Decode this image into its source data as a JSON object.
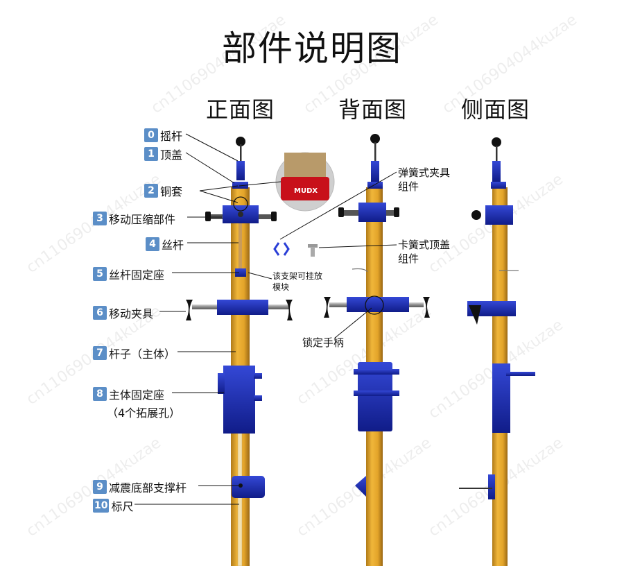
{
  "title": "部件说明图",
  "views": {
    "front": "正面图",
    "back": "背面图",
    "side": "侧面图"
  },
  "parts": [
    {
      "num": "0",
      "name": "摇杆"
    },
    {
      "num": "1",
      "name": "顶盖"
    },
    {
      "num": "2",
      "name": "铜套"
    },
    {
      "num": "3",
      "name": "移动压缩部件"
    },
    {
      "num": "4",
      "name": "丝杆"
    },
    {
      "num": "5",
      "name": "丝杆固定座"
    },
    {
      "num": "6",
      "name": "移动夹具"
    },
    {
      "num": "7",
      "name": "杆子（主体）"
    },
    {
      "num": "8",
      "name": "主体固定座",
      "sub": "（4个拓展孔）"
    },
    {
      "num": "9",
      "name": "减震底部支撑杆"
    },
    {
      "num": "10",
      "name": "标尺"
    }
  ],
  "callouts": {
    "spring_clamp": [
      "弹簧式夹具",
      "组件"
    ],
    "snap_cap": [
      "卡簧式顶盖",
      "组件"
    ],
    "hang_module": [
      "该支架可挂放",
      "模块"
    ],
    "lock_handle": "锁定手柄",
    "inset_brand": "MUDX"
  },
  "watermark": "cn1106904044kuzae",
  "colors": {
    "pole": "#e0a628",
    "pole_dark": "#a8761a",
    "blue": "#1d2fb8",
    "blue_dark": "#0e1a7a",
    "badge": "#5b8ec7",
    "inset_red": "#c8101a"
  }
}
